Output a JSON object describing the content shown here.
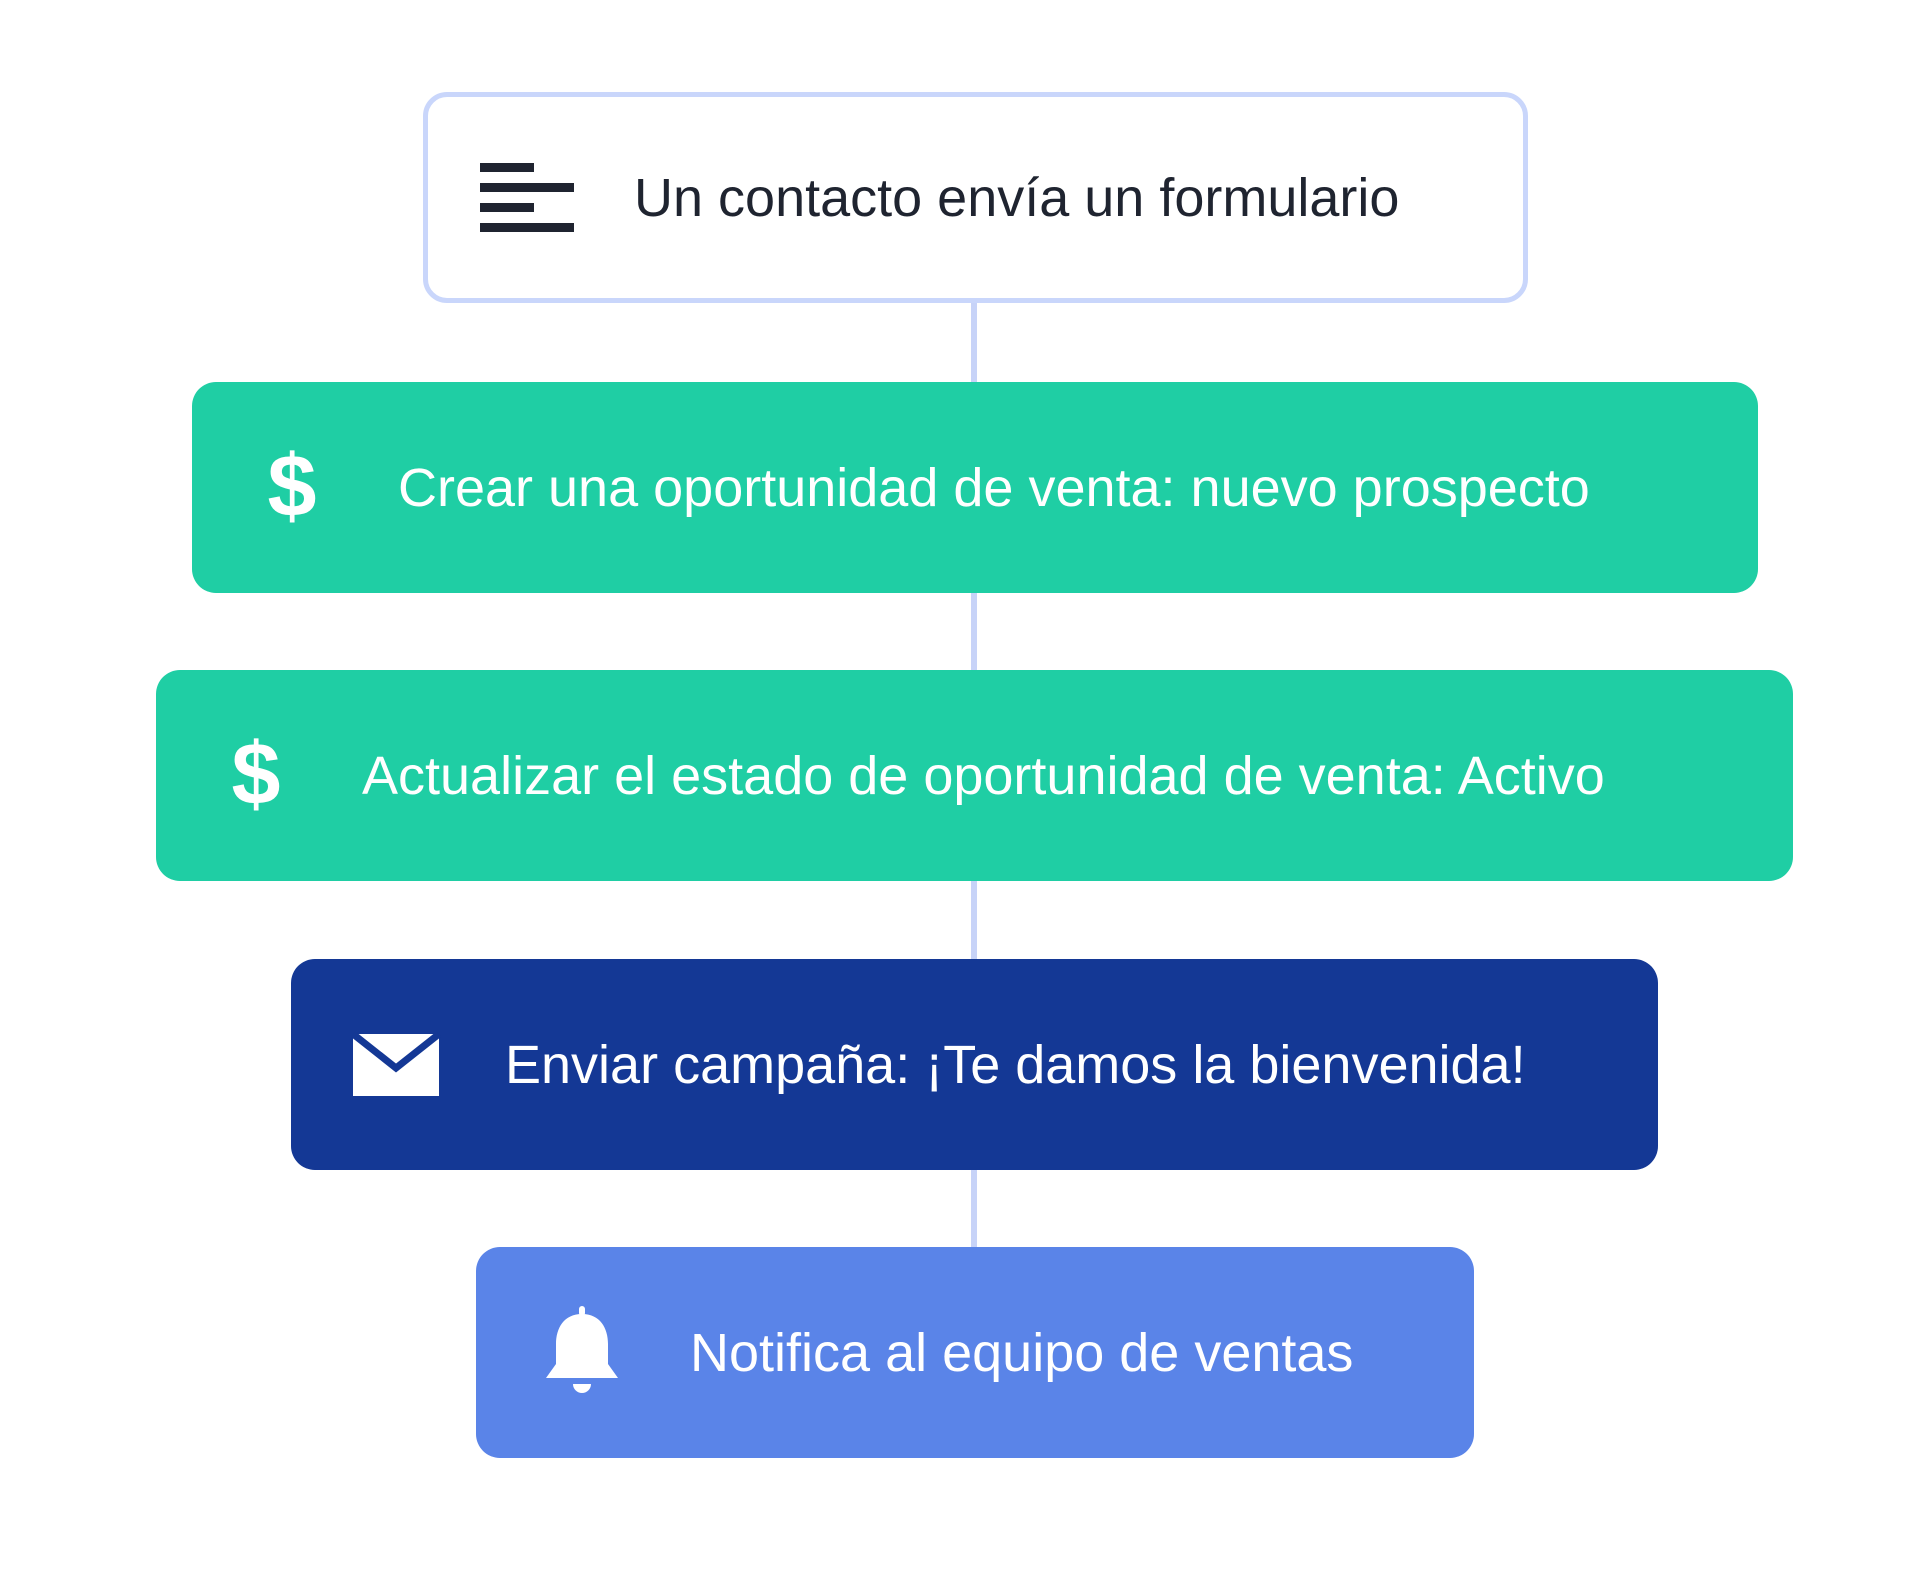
{
  "workflow": {
    "trigger": {
      "label": "Un contacto envía un formulario",
      "icon": "form-lines-icon"
    },
    "steps": [
      {
        "label": "Crear una oportunidad de venta: nuevo prospecto",
        "icon": "dollar-icon",
        "color": "#1fcea4"
      },
      {
        "label": "Actualizar el estado de oportunidad de venta: Activo",
        "icon": "dollar-icon",
        "color": "#1fcea4"
      },
      {
        "label": "Enviar campaña: ¡Te damos la bienvenida!",
        "icon": "envelope-icon",
        "color": "#143895"
      },
      {
        "label": "Notifica al equipo de ventas",
        "icon": "bell-icon",
        "color": "#5a84e8"
      }
    ],
    "connector_color": "#c7d3f8",
    "trigger_border_color": "#c9d6fb"
  }
}
